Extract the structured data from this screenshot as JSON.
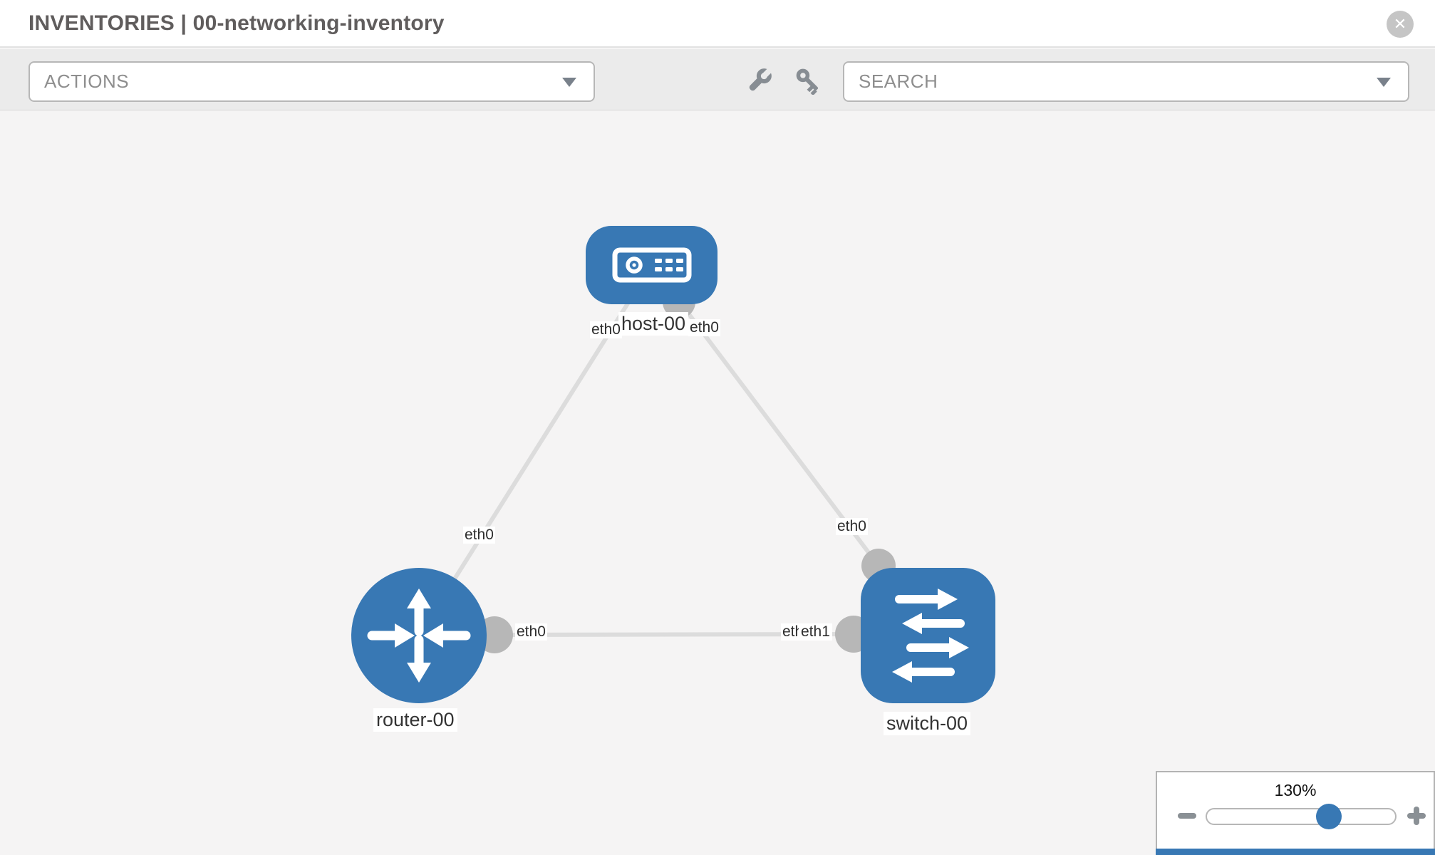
{
  "header": {
    "title": "INVENTORIES | 00-networking-inventory",
    "close_glyph": "✕"
  },
  "toolbar": {
    "actions_label": "ACTIONS",
    "search_label": "SEARCH",
    "icons": [
      "wrench",
      "key"
    ]
  },
  "colors": {
    "node_blue": "#3878b4",
    "interface_gray": "#b7b7b7",
    "edge_gray": "#dcdcdc",
    "icon_gray": "#878d93"
  },
  "graph": {
    "nodes": [
      {
        "id": "host-00",
        "type": "host",
        "label": "host-00"
      },
      {
        "id": "router-00",
        "type": "router",
        "label": "router-00"
      },
      {
        "id": "switch-00",
        "type": "switch",
        "label": "switch-00"
      }
    ],
    "edges": [
      {
        "from": "host-00",
        "to": "router-00",
        "from_label": "eth0",
        "to_label": "eth0"
      },
      {
        "from": "host-00",
        "to": "switch-00",
        "from_label": "eth0",
        "to_label": "eth0"
      },
      {
        "from": "router-00",
        "to": "switch-00",
        "from_label": "eth0",
        "to_label": "eth1",
        "to_label_behind": "eth1"
      }
    ]
  },
  "zoom_control": {
    "level": "130%",
    "minus_icon": "minus",
    "plus_icon": "plus"
  }
}
